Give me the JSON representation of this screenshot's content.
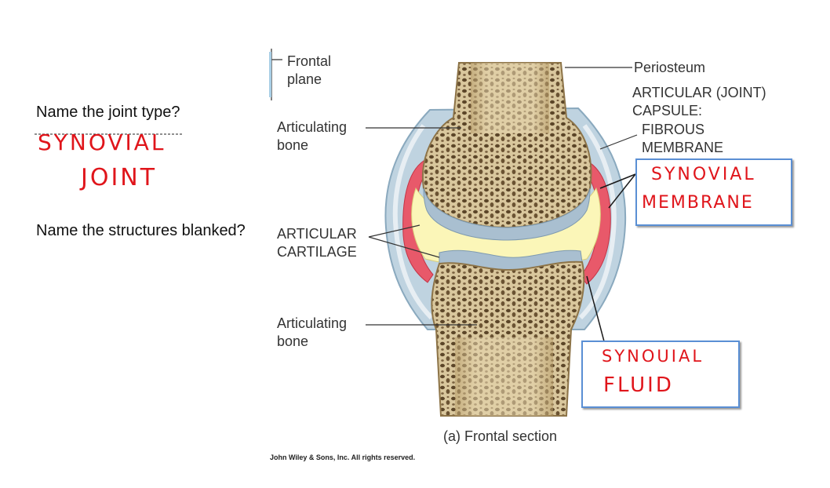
{
  "questions": {
    "q1": "Name the joint type?",
    "q2": "Name the structures blanked?"
  },
  "answers": {
    "joint_line1": "SYNOVIAL",
    "joint_line2": "JOINT",
    "box1_line1": "SYNOVIAL",
    "box1_line2": "MEMBRANE",
    "box2_line1": "SYNOUIAL",
    "box2_line2": "FLUID"
  },
  "labels": {
    "frontal_plane_1": "Frontal",
    "frontal_plane_2": "plane",
    "art_bone_top_1": "Articulating",
    "art_bone_top_2": "bone",
    "art_cart_1": "ARTICULAR",
    "art_cart_2": "CARTILAGE",
    "art_bone_bottom_1": "Articulating",
    "art_bone_bottom_2": "bone",
    "periosteum": "Periosteum",
    "capsule_1": "ARTICULAR (JOINT)",
    "capsule_2": "CAPSULE:",
    "fibrous_1": "FIBROUS",
    "fibrous_2": "MEMBRANE",
    "caption": "(a) Frontal section",
    "copyright": "John Wiley & Sons, Inc. All rights reserved."
  },
  "colors": {
    "annotation_red": "#e0151b",
    "box_blue": "#5a8fd4",
    "bone": "#d7c294",
    "cartilage": "#a9bfd0",
    "synovial_fluid": "#fbf6b8",
    "synovial_membrane": "#e8596a"
  }
}
